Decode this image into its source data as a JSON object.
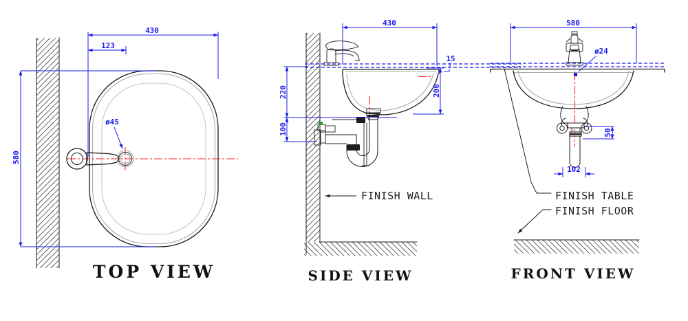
{
  "colors": {
    "dimension_blue": "#1b1bee",
    "centerline_red": "#ff2222",
    "line_black": "#1d1d1d",
    "hatch_gray": "#4a4a4a",
    "valve_green": "#21a121"
  },
  "views": {
    "top": {
      "title": "TOP VIEW",
      "dim_width": "430",
      "dim_tap_offset": "123",
      "dim_hole": "ø45",
      "dim_depth": "580"
    },
    "side": {
      "title": "SIDE VIEW",
      "dim_width": "430",
      "dim_rim_overhang": "15",
      "dim_bowl_depth": "206",
      "dim_counter_to_outlet": "220",
      "dim_outlet_drop": "100",
      "label_finish_wall": "FINISH WALL"
    },
    "front": {
      "title": "FRONT VIEW",
      "dim_width": "580",
      "dim_overflow": "ø24",
      "dim_tail_offset": "50",
      "dim_trap_width": "102",
      "label_finish_table": "FINISH TABLE",
      "label_finish_floor": "FINISH FLOOR"
    }
  }
}
